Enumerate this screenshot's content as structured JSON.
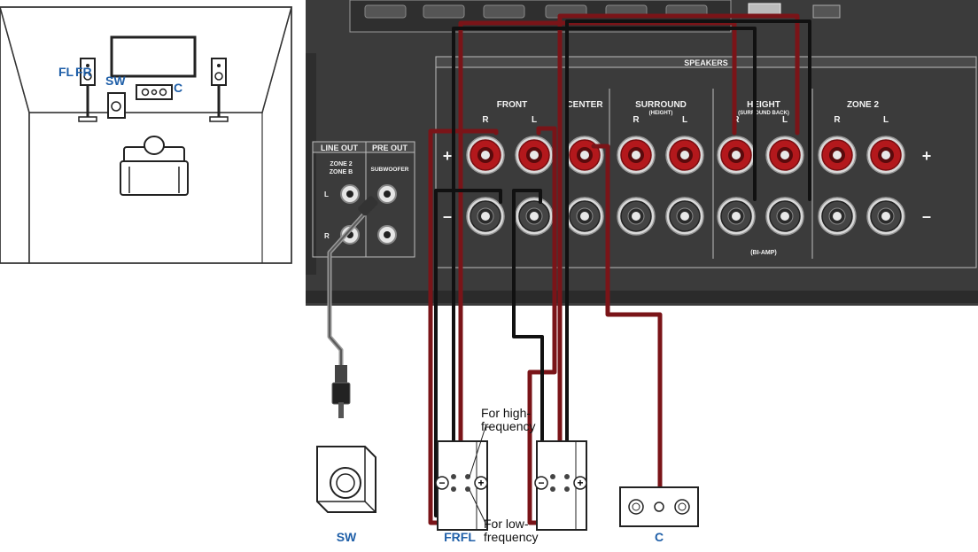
{
  "colors": {
    "panel": "#3b3b3b",
    "panel_dark": "#2b2b2b",
    "panel_line": "#bdbdbd",
    "terminal_red": "#b3181c",
    "cable_red": "#7a1418",
    "cable_black": "#111111",
    "label_blue": "#1f5fa8"
  },
  "room": {
    "labels": {
      "fl": "FL",
      "fr": "FR",
      "sw": "SW",
      "c": "C"
    }
  },
  "panel": {
    "speakers_header": "SPEAKERS",
    "groups": {
      "front": "FRONT",
      "center": "CENTER",
      "surround": "SURROUND",
      "surround_sub": "(HEIGHT)",
      "height": "HEIGHT",
      "height_sub": "(SURROUND BACK)",
      "zone2": "ZONE 2"
    },
    "channel_labels": [
      "R",
      "L",
      "R",
      "L",
      "R",
      "L",
      "R",
      "L"
    ],
    "plus": "+",
    "minus": "–",
    "bi_amp": "(BI-AMP)",
    "line_out": "LINE OUT",
    "pre_out": "PRE OUT",
    "zone_b_1": "ZONE 2",
    "zone_b_2": "ZONE B",
    "subwoofer": "SUBWOOFER",
    "lr_l": "L",
    "lr_r": "R"
  },
  "devices": {
    "sw_label": "SW",
    "frfl_label": "FRFL",
    "c_label": "C",
    "high_freq_1": "For high-",
    "high_freq_2": "frequency",
    "low_freq_1": "For low-",
    "low_freq_2": "frequency"
  }
}
